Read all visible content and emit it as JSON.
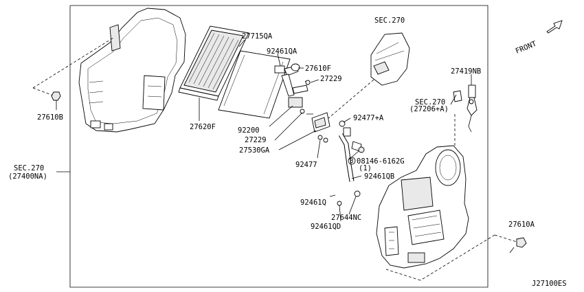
{
  "labels": {
    "p27715qa": "27715QA",
    "p92461qa": "92461QA",
    "p27610f": "27610F",
    "p27229a": "27229",
    "p27620f": "27620F",
    "p92200": "92200",
    "p27229b": "27229",
    "p27530ga": "27530GA",
    "p92477a": "92477+A",
    "p92477": "92477",
    "p08146": "08146-6162G",
    "p08146_qty": "(1)",
    "p08146_mark": "B",
    "p92461qb": "92461QB",
    "p92461q": "92461Q",
    "p27644nc": "27644NC",
    "p92461qd": "92461QD",
    "p27610b": "27610B",
    "p27610a": "27610A",
    "p27419nb": "27419NB",
    "sec270_top": "SEC.270",
    "sec270_right": "SEC.270",
    "sec270_right_sub": "(27206+A)",
    "sec270_left": "SEC.270",
    "sec270_left_sub": "(27400NA)",
    "front": "FRONT",
    "diagram_code": "J27100ES"
  }
}
